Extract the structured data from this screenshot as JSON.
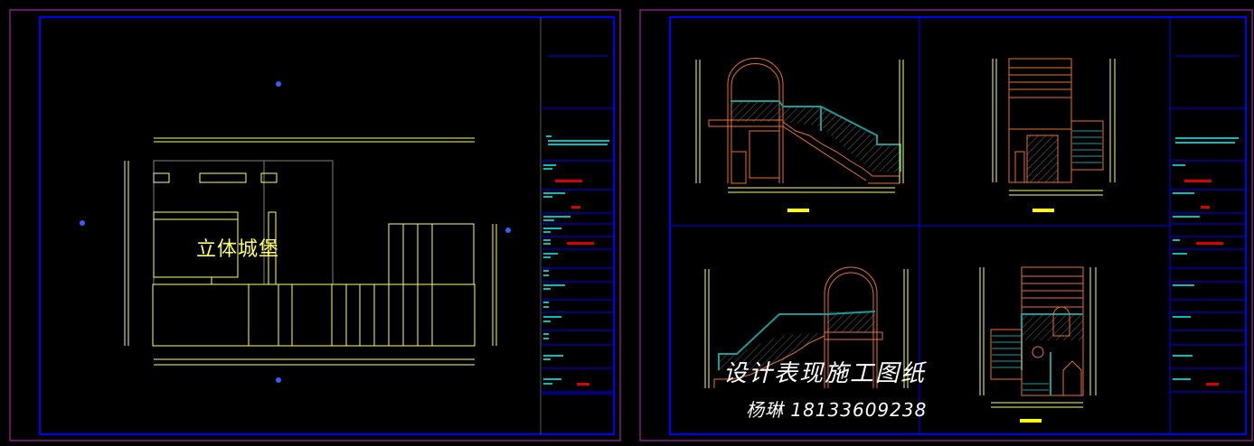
{
  "drawing": {
    "sheets": [
      {
        "name": "left-sheet",
        "label": "立体城堡"
      },
      {
        "name": "right-sheet"
      }
    ],
    "watermark": {
      "line1": "设计表现施工图纸",
      "line2": "杨琳 18133609238"
    },
    "colors": {
      "sheet_border": "#c030c0",
      "frame": "#0000ff",
      "lines_yellow": "#ffff66",
      "lines_orange": "#e8702a",
      "railing_teal": "#1a9b9b",
      "annotation_cyan": "#00ffff",
      "annotation_red": "#ff0000",
      "gray": "#808080"
    }
  }
}
